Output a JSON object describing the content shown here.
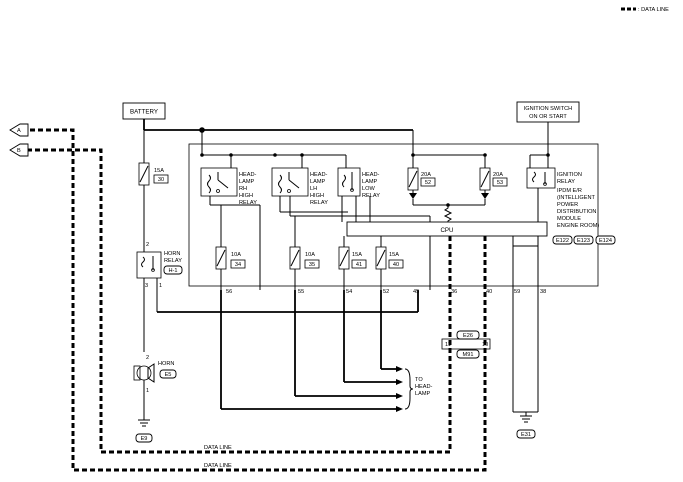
{
  "legend": {
    "label": ": DATA LINE"
  },
  "battery": {
    "label": "BATTERY"
  },
  "ignition_switch": {
    "line1": "IGNITION SWITCH",
    "line2": "ON OR START"
  },
  "ipdm": {
    "line1": "IPDM E/R",
    "line2": "(INTELLIGENT",
    "line3": "POWER",
    "line4": "DISTRIBUTION",
    "line5": "MODULE",
    "line6": "ENGINE ROOM)",
    "connectors": [
      "E122",
      "E123",
      "E124"
    ],
    "cpu": "CPU"
  },
  "relays": {
    "rh_high": [
      "HEAD-",
      "LAMP",
      "RH",
      "HIGH",
      "RELAY"
    ],
    "lh_high": [
      "HEAD-",
      "LAMP",
      "LH",
      "HIGH",
      "RELAY"
    ],
    "low": [
      "HEAD-",
      "LAMP",
      "LOW",
      "RELAY"
    ],
    "ignition": [
      "IGNITION",
      "RELAY"
    ]
  },
  "fuses": {
    "f30": {
      "amp": "15A",
      "num": "30"
    },
    "f52": {
      "amp": "20A",
      "num": "52"
    },
    "f53": {
      "amp": "20A",
      "num": "53"
    },
    "f34": {
      "amp": "10A",
      "num": "34"
    },
    "f35": {
      "amp": "10A",
      "num": "35"
    },
    "f41": {
      "amp": "15A",
      "num": "41"
    },
    "f40": {
      "amp": "15A",
      "num": "40"
    }
  },
  "horn_relay": {
    "line1": "HORN",
    "line2": "RELAY",
    "connector": "H-1",
    "pin_top": "2",
    "pin_left": "3",
    "pin_right": "1"
  },
  "horn": {
    "label": "HORN",
    "connector": "E5"
  },
  "grounds": {
    "left": "E9",
    "right": "E31"
  },
  "terminals": {
    "t56": "56",
    "t55": "55",
    "t54": "54",
    "t52": "52",
    "t45": "45",
    "t36": "36",
    "t40": "40",
    "t59": "59",
    "t38": "38"
  },
  "joint_connector": {
    "top": "E26",
    "bottom": "M91",
    "pin_left": "11",
    "pin_right": "10"
  },
  "to_headlamp": {
    "line1": "TO",
    "line2": "HEAD-",
    "line3": "LAMP"
  },
  "data_lines": {
    "upper": "DATA LINE",
    "lower": "DATA LINE"
  },
  "off_page": {
    "upper": "A",
    "lower": "B"
  }
}
